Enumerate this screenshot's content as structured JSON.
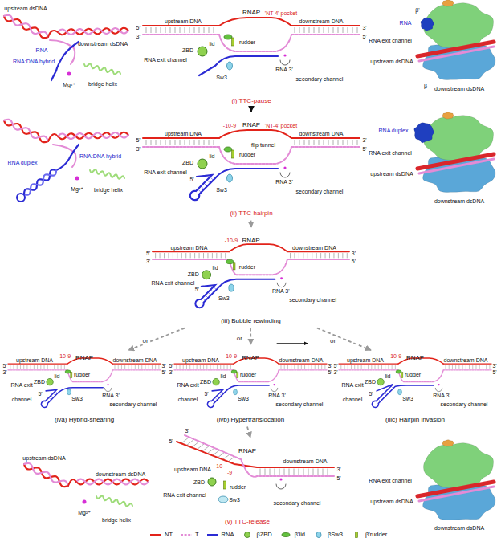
{
  "diagram": {
    "nodes": [
      {
        "text": [
          "RNAP",
          "(i) TTC-pause"
        ]
      },
      {
        "text": [
          "RNAP",
          "(ii) TTC-hairpin"
        ]
      },
      {
        "text": [
          "RNAP",
          "(iii) Bubble rewinding"
        ]
      },
      {
        "text": [
          "RNAP",
          "(iva) Hybrid-shearing"
        ]
      },
      {
        "text": [
          "RNAP",
          "(ivb) Hypertranslocation"
        ]
      },
      {
        "text": [
          "RNAP",
          "(iiic) Hairpin invasion"
        ]
      },
      {
        "text": [
          "RNAP",
          "(v) TTC-release"
        ]
      }
    ],
    "edges": [
      {
        "from": 0,
        "to": 1,
        "arrow": "to"
      },
      {
        "from": 1,
        "to": 2,
        "arrow": "to"
      },
      {
        "from": 2,
        "to": 3,
        "label": "or",
        "arrow": "to"
      },
      {
        "from": 2,
        "to": 4,
        "label": "or",
        "arrow": "to"
      },
      {
        "from": 2,
        "to": 5,
        "label": "or",
        "arrow": "to"
      },
      {
        "from": 4,
        "to": 6,
        "arrow": "to"
      }
    ],
    "labels": [
      "upstream dsDNA",
      "downstream dsDNA",
      "RNA",
      "RNA:DNA hybrid",
      "Mg²⁺",
      "bridge helix",
      "'NT-4' pocket",
      "upstream DNA",
      "downstream DNA",
      "5'",
      "3'",
      "3'",
      "5'",
      "lid",
      "ZBD",
      "rudder",
      "Sw3",
      "RNA exit channel",
      "RNA 3'",
      "secondary channel",
      "RNA",
      "RNA exit channel",
      "upstream dsDNA",
      "downstream dsDNA",
      "β'",
      "β",
      "RNA duplex",
      "RNA:DNA hybrid",
      "Mg²⁺",
      "bridge helix",
      "-10-9",
      "'NT-4' pocket",
      "upstream DNA",
      "downstream DNA",
      "5'",
      "3'",
      "3'",
      "5'",
      "flip tunnel",
      "lid",
      "ZBD",
      "rudder",
      "Sw3",
      "RNA exit channel",
      "5'",
      "RNA 3'",
      "secondary channel",
      "RNA duplex",
      "RNA exit channel",
      "upstream dsDNA",
      "downstream dsDNA",
      "-10-9",
      "upstream DNA",
      "downstream DNA",
      "5'",
      "3'",
      "3'",
      "5'",
      "lid",
      "ZBD",
      "rudder",
      "Sw3",
      "RNA exit channel",
      "5'",
      "RNA 3'",
      "secondary channel",
      "-10-9",
      "upstream DNA",
      "downstream DNA",
      "5'",
      "3'",
      "3'",
      "5'",
      "lid",
      "ZBD",
      "rudder",
      "Sw3",
      "RNA exit channel",
      "5'",
      "RNA 3'",
      "secondary channel",
      "-10-9",
      "upstream DNA",
      "downstream DNA",
      "5'",
      "3'",
      "3'",
      "5'",
      "lid",
      "ZBD",
      "rudder",
      "Sw3",
      "RNA exit channel",
      "5'",
      "RNA 3'",
      "secondary channel",
      "-10-9",
      "upstream DNA",
      "downstream DNA",
      "5'",
      "3'",
      "3'",
      "5'",
      "lid",
      "ZBD",
      "rudder",
      "Sw3",
      "RNA exit channel",
      "5'",
      "RNA 3'",
      "secondary channel",
      "upstream dsDNA",
      "downstream dsDNA",
      "Mg²⁺",
      "bridge helix",
      "5'",
      "3'",
      "upstream DNA",
      "-10",
      "-9",
      "downstream DNA",
      "3'",
      "5'",
      "ZBD",
      "rudder",
      "Sw3",
      "RNA exit channel",
      "secondary channel",
      "RNA exit channel",
      "upstream dsDNA",
      "downstream dsDNA"
    ],
    "legend": [
      {
        "text": "NT"
      },
      {
        "text": "T"
      },
      {
        "text": "RNA"
      },
      {
        "text": "βZBD"
      },
      {
        "text": "β'lid"
      },
      {
        "text": "βSw3"
      },
      {
        "text": "β'rudder"
      }
    ]
  }
}
